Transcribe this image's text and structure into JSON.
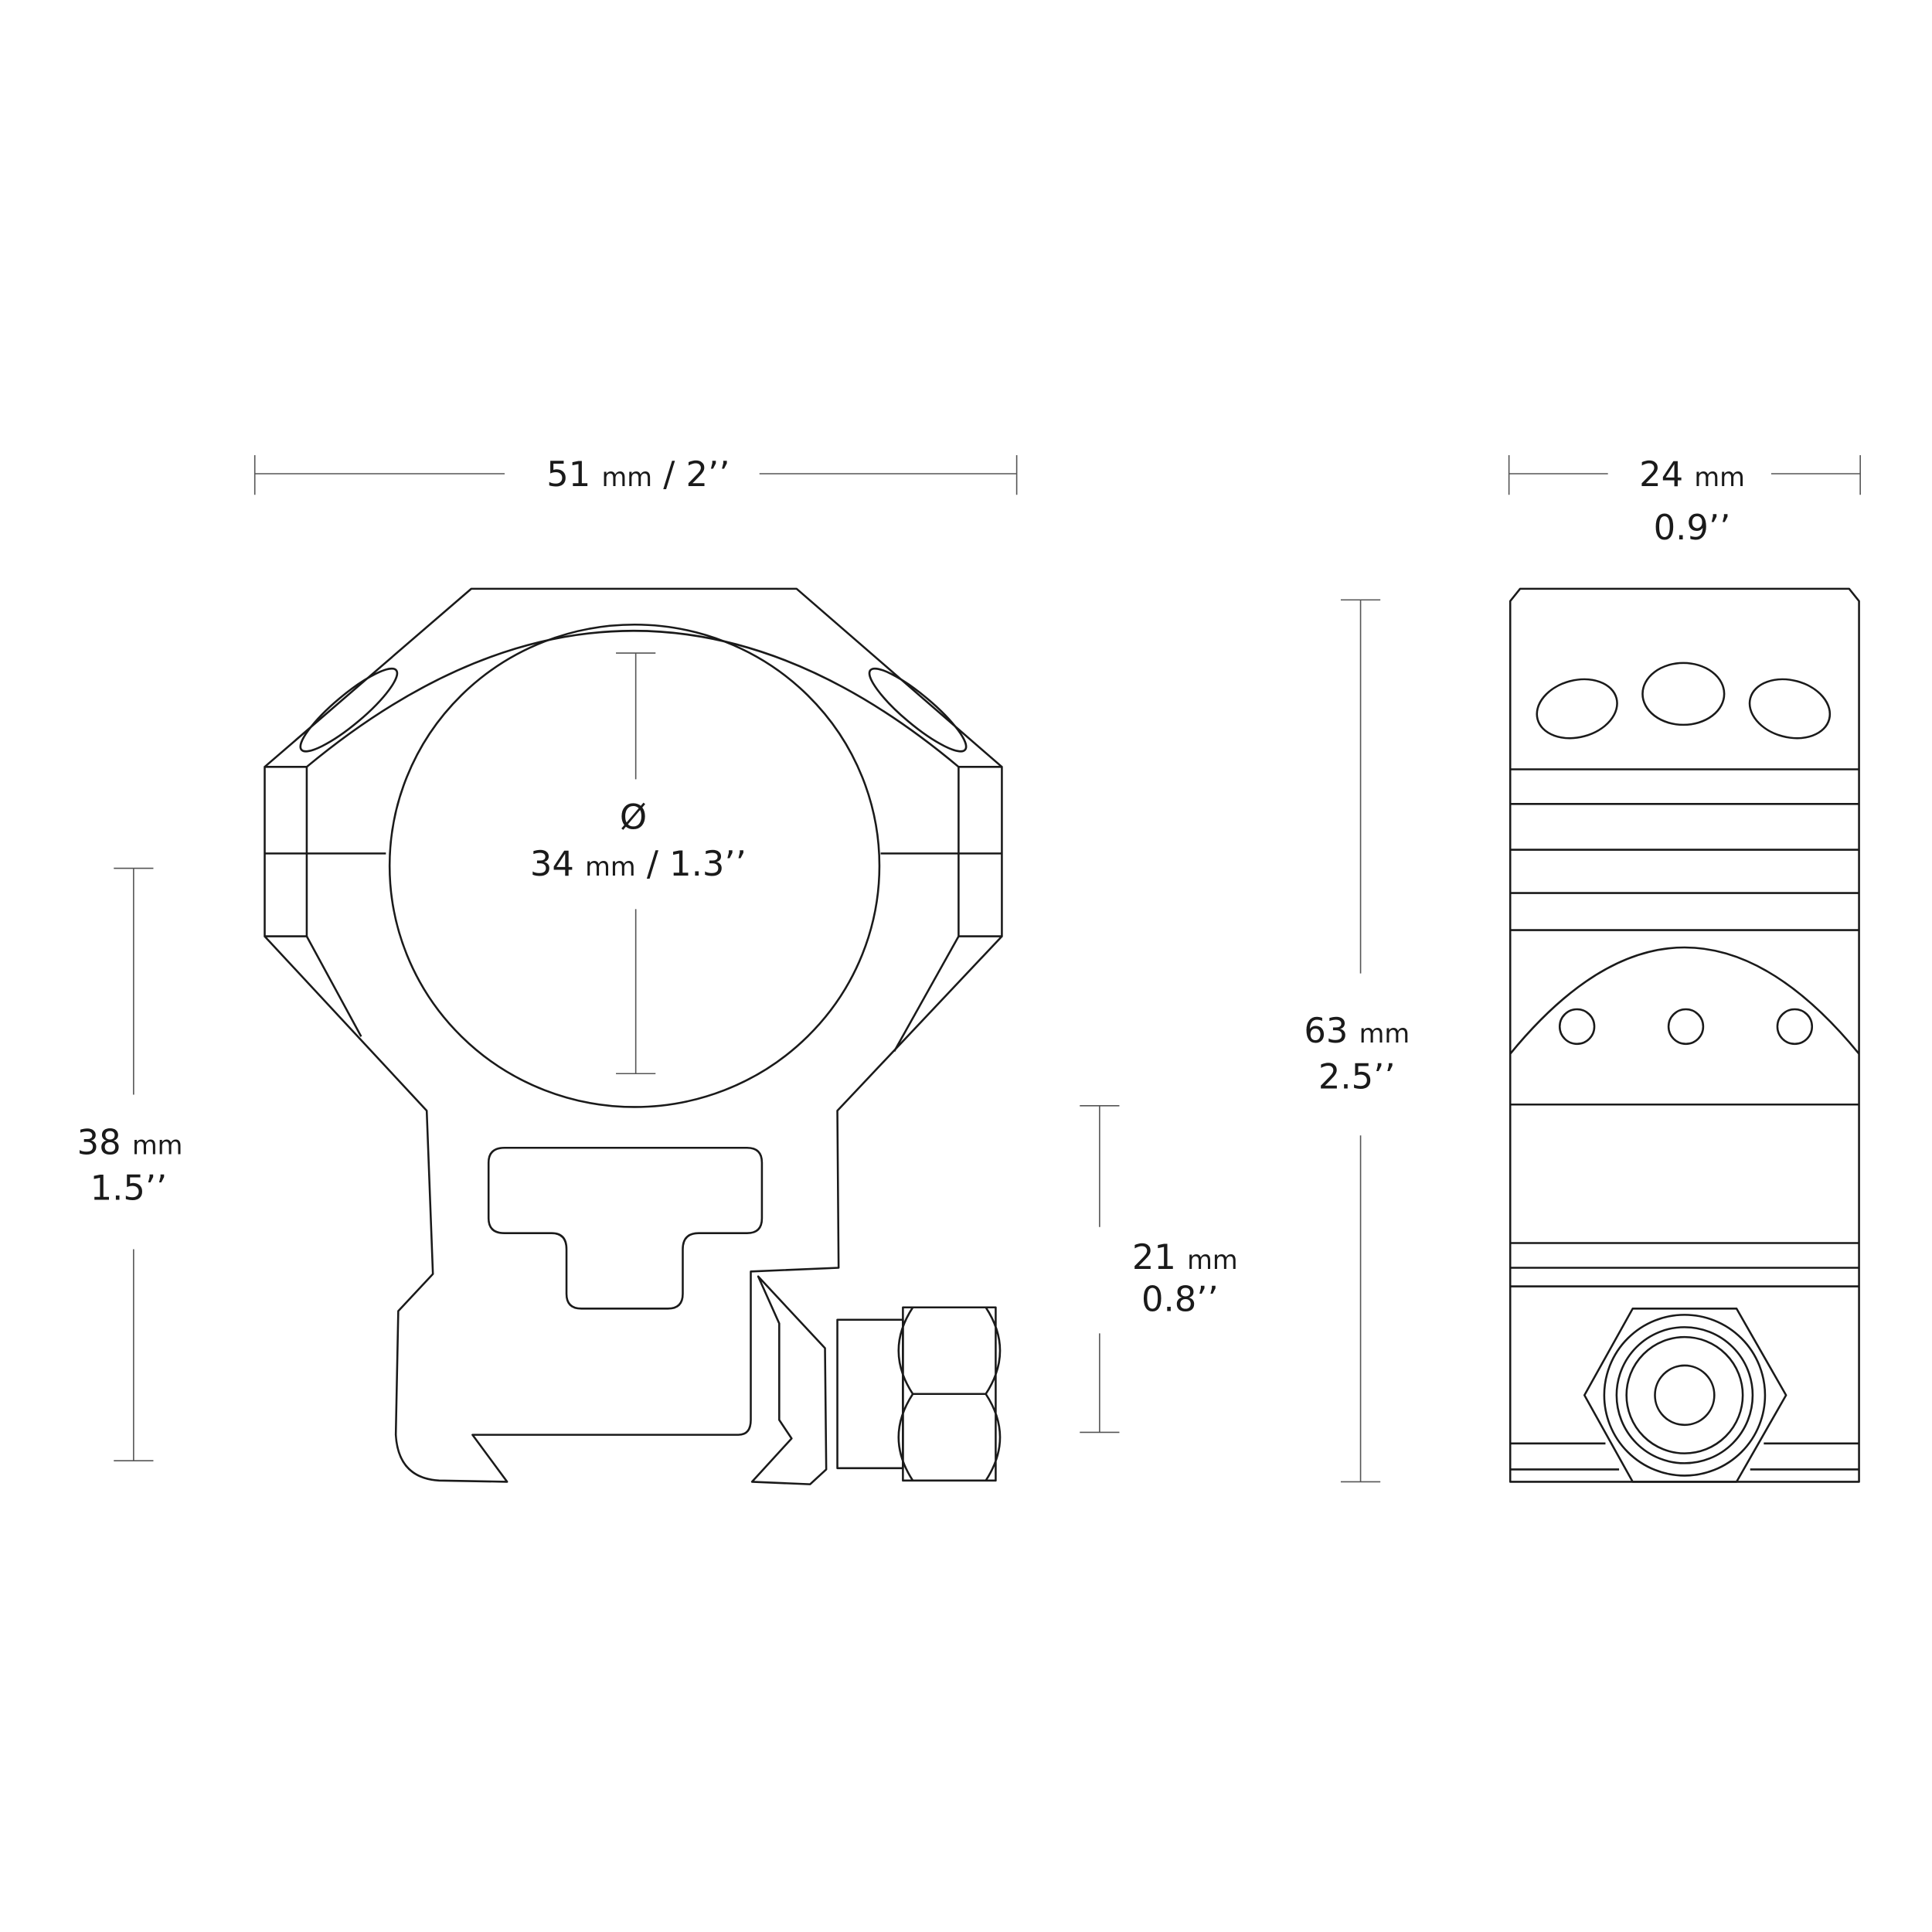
{
  "left_view": {
    "width": {
      "value": "51",
      "unit": "mm",
      "imperial": "/ 2’’"
    },
    "diameter": {
      "symbol": "Ø",
      "value": "34",
      "unit": "mm",
      "imperial": "/ 1.3’’"
    },
    "height": {
      "value": "38",
      "unit": "mm",
      "imperial": "1.5’’"
    },
    "base_height": {
      "value": "21",
      "unit": "mm",
      "imperial": "0.8’’"
    }
  },
  "right_view": {
    "width": {
      "value": "24",
      "unit": "mm",
      "imperial": "0.9’’"
    },
    "height": {
      "value": "63",
      "unit": "mm",
      "imperial": "2.5’’"
    }
  }
}
